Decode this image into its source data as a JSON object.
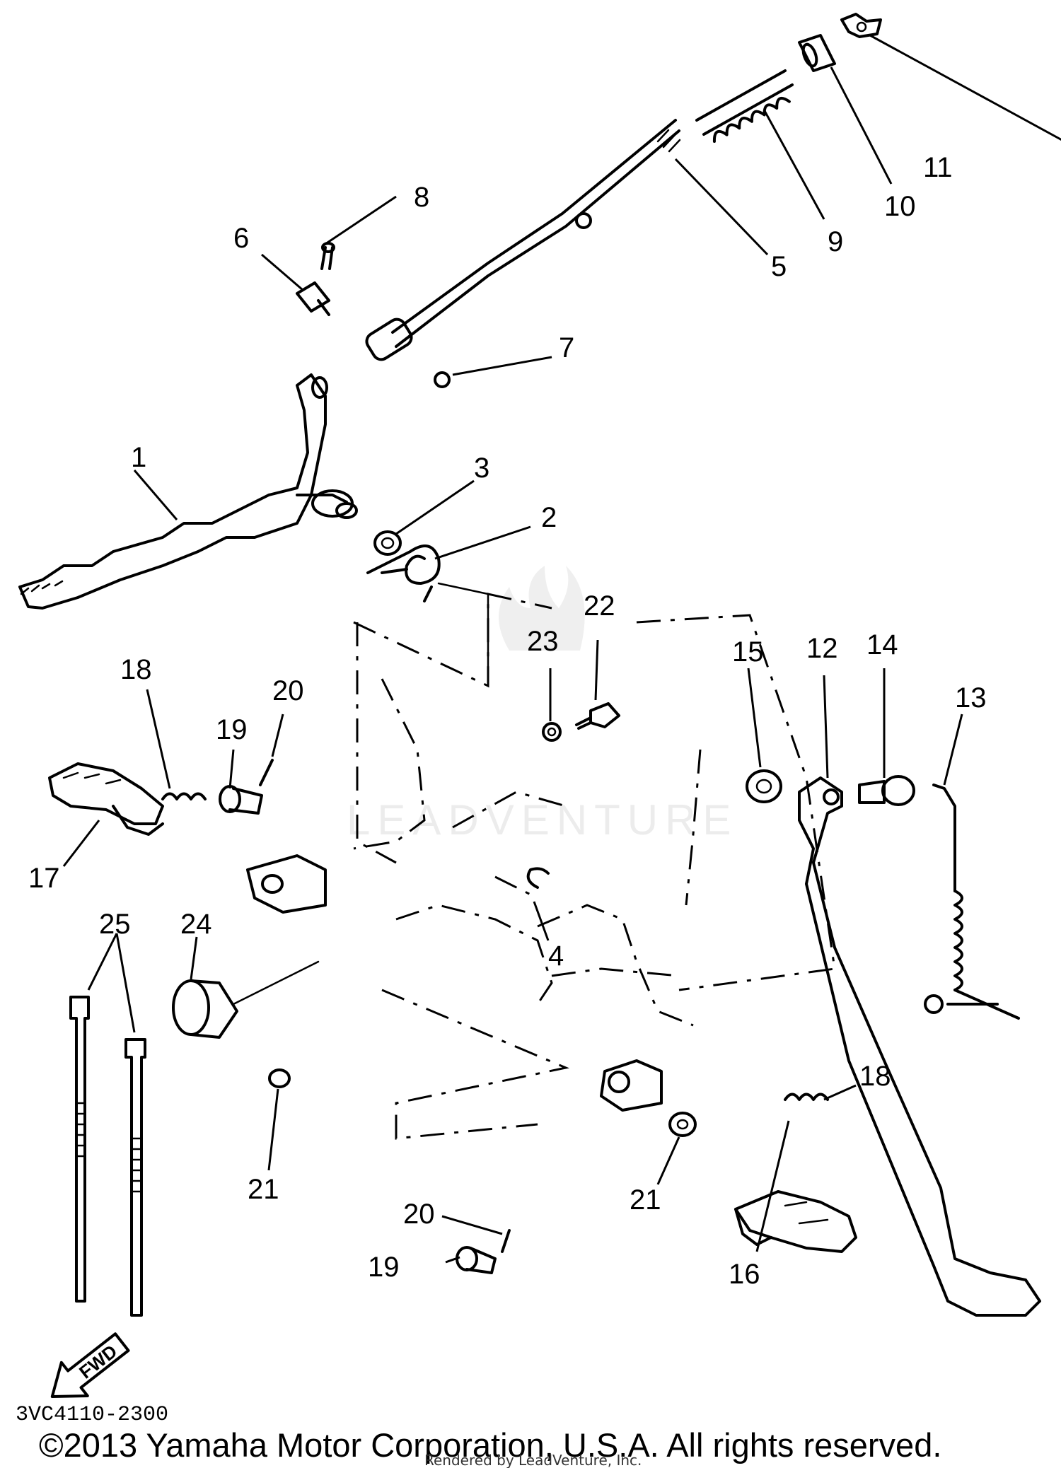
{
  "diagram": {
    "callouts": [
      {
        "id": "c1",
        "text": "1"
      },
      {
        "id": "c2",
        "text": "2"
      },
      {
        "id": "c3",
        "text": "3"
      },
      {
        "id": "c4",
        "text": "4"
      },
      {
        "id": "c5",
        "text": "5"
      },
      {
        "id": "c6",
        "text": "6"
      },
      {
        "id": "c7",
        "text": "7"
      },
      {
        "id": "c8",
        "text": "8"
      },
      {
        "id": "c9",
        "text": "9"
      },
      {
        "id": "c10",
        "text": "10"
      },
      {
        "id": "c11",
        "text": "11"
      },
      {
        "id": "c12",
        "text": "12"
      },
      {
        "id": "c13",
        "text": "13"
      },
      {
        "id": "c14",
        "text": "14"
      },
      {
        "id": "c15",
        "text": "15"
      },
      {
        "id": "c16",
        "text": "16"
      },
      {
        "id": "c17",
        "text": "17"
      },
      {
        "id": "c18a",
        "text": "18"
      },
      {
        "id": "c18b",
        "text": "18"
      },
      {
        "id": "c19a",
        "text": "19"
      },
      {
        "id": "c19b",
        "text": "19"
      },
      {
        "id": "c20a",
        "text": "20"
      },
      {
        "id": "c20b",
        "text": "20"
      },
      {
        "id": "c21a",
        "text": "21"
      },
      {
        "id": "c21b",
        "text": "21"
      },
      {
        "id": "c22",
        "text": "22"
      },
      {
        "id": "c23",
        "text": "23"
      },
      {
        "id": "c24",
        "text": "24"
      },
      {
        "id": "c25",
        "text": "25"
      }
    ],
    "fwd_label": "FWD",
    "watermark": "LEADVENTURE",
    "drawing_code": "3VC4110-2300"
  },
  "footer": {
    "copyright": "©2013 Yamaha Motor Corporation, U.S.A. All rights reserved.",
    "rendered_by": "Rendered by LeadVenture, Inc."
  }
}
